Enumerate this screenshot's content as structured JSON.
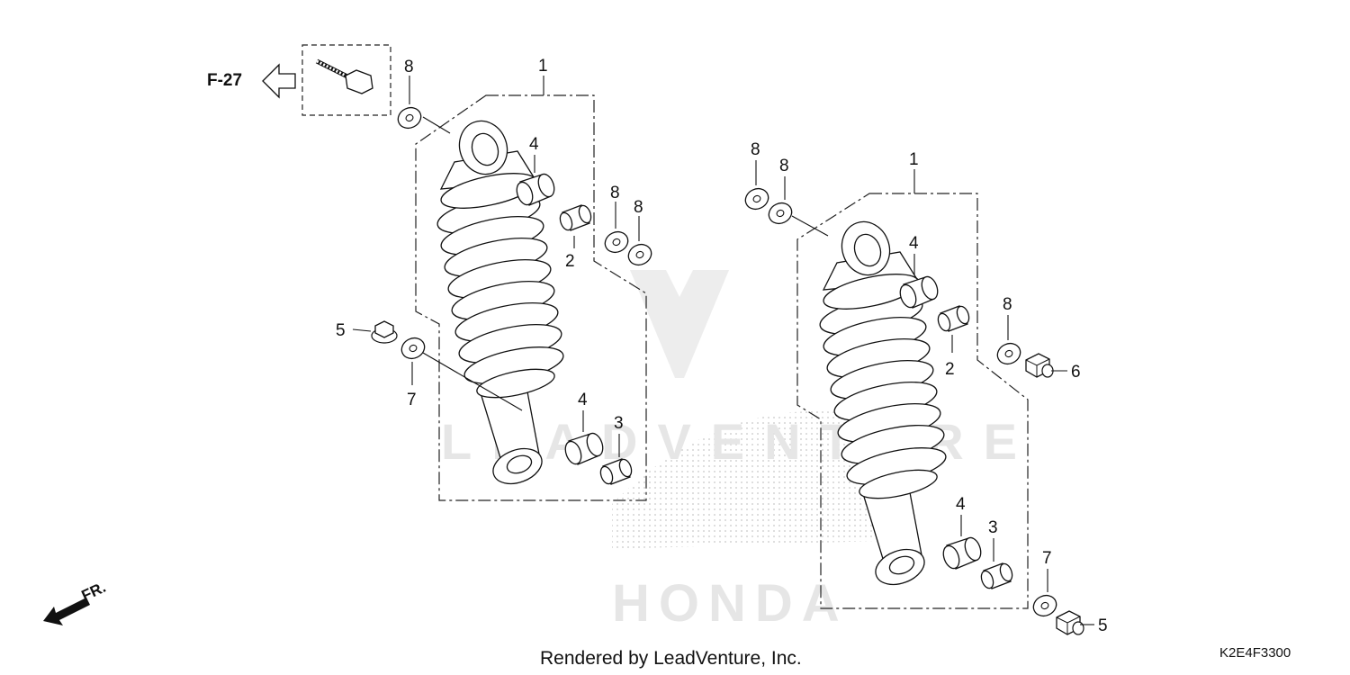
{
  "watermark": {
    "text": "LEADVENTURE",
    "brand": "HONDA"
  },
  "reference": {
    "label": "F-27"
  },
  "direction": {
    "label": "FR."
  },
  "callouts": {
    "left": {
      "p1": "1",
      "p2": "2",
      "p3": "3",
      "p4a": "4",
      "p4b": "4",
      "p5": "5",
      "p7": "7",
      "p8a": "8",
      "p8b": "8",
      "p8c": "8"
    },
    "right": {
      "p1": "1",
      "p2": "2",
      "p3": "3",
      "p4a": "4",
      "p4b": "4",
      "p5": "5",
      "p6": "6",
      "p7": "7",
      "p8a": "8",
      "p8b": "8",
      "p8c": "8"
    }
  },
  "footer": {
    "credit": "Rendered by LeadVenture, Inc.",
    "code": "K2E4F3300"
  },
  "colors": {
    "ink": "#111111",
    "watermark": "#e6e6e6",
    "background": "#ffffff"
  }
}
